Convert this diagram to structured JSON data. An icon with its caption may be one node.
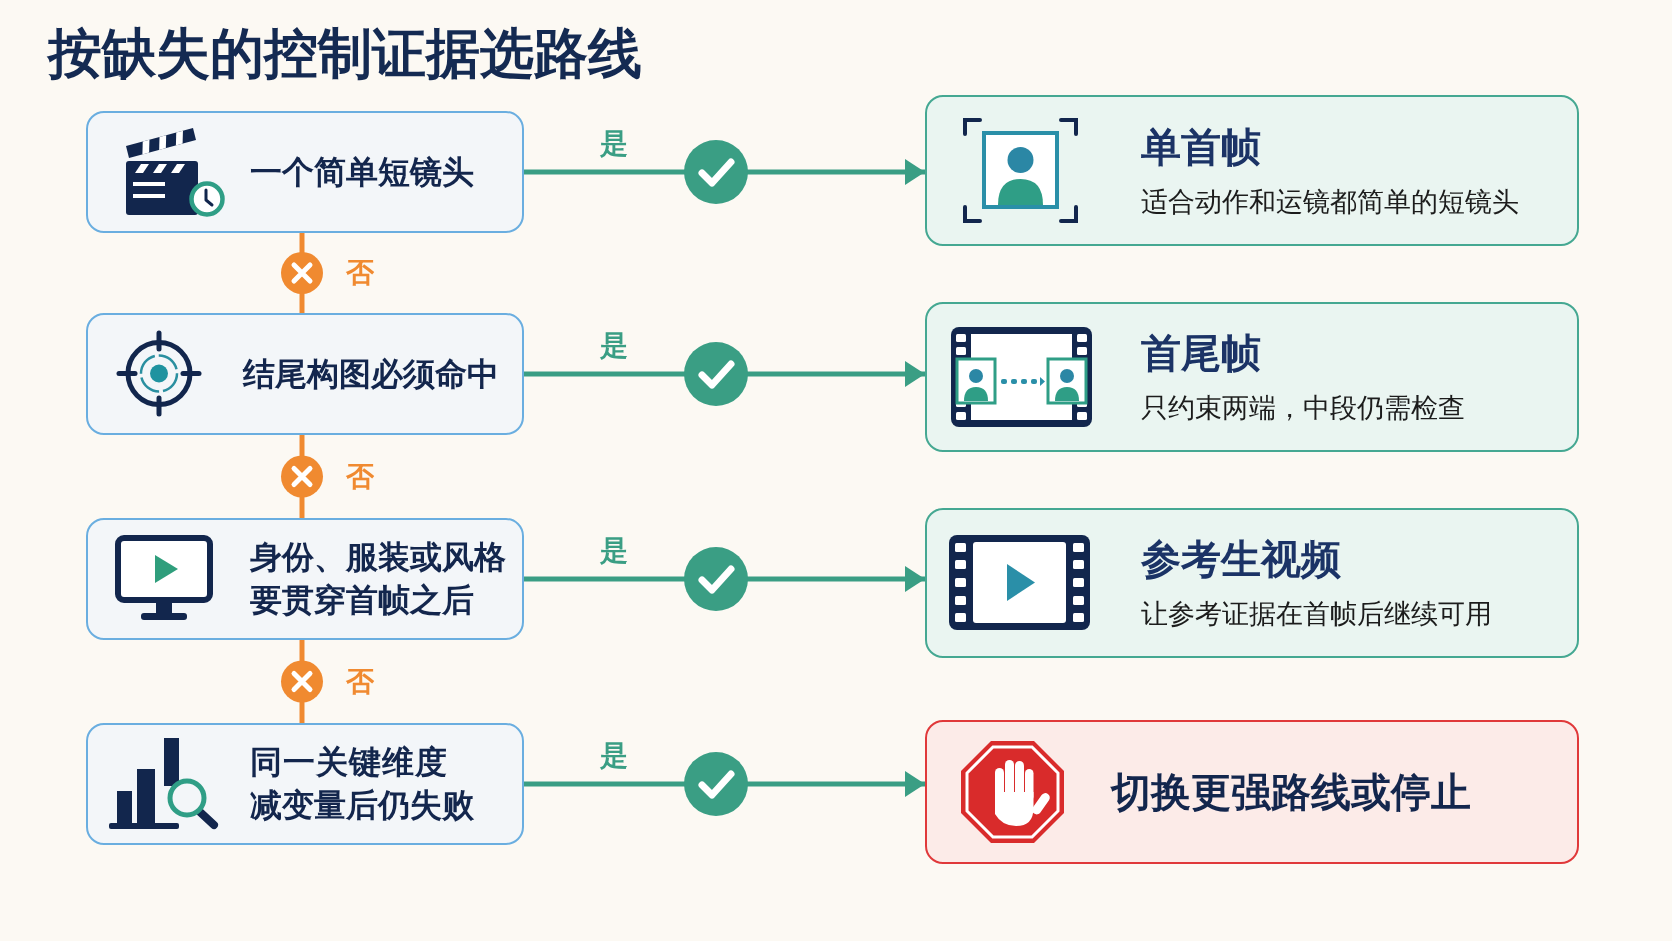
{
  "diagram": {
    "title": "按缺失的控制证据选路线",
    "nodes": [
      {
        "text": [
          "一个简单短镜头"
        ]
      },
      {
        "text": [
          "单首帧",
          "适合动作和运镜都简单的短镜头"
        ]
      },
      {
        "text": [
          "结尾构图必须命中"
        ]
      },
      {
        "text": [
          "首尾帧",
          "只约束两端，中段仍需检查"
        ]
      },
      {
        "text": [
          "身份、服装或风格要贯穿首帧之后"
        ]
      },
      {
        "text": [
          "参考生视频",
          "让参考证据在首帧后继续可用"
        ]
      },
      {
        "text": [
          "同一关键维度减变量后仍失败"
        ]
      },
      {
        "text": [
          "切换更强路线或停止"
        ]
      }
    ],
    "edges": [
      {
        "from": 0,
        "to": 1,
        "arrow": "to",
        "label": "是"
      },
      {
        "from": 0,
        "to": 2,
        "arrow": "none",
        "label": "否",
        "color": "#f08a30"
      },
      {
        "from": 2,
        "to": 3,
        "arrow": "to",
        "label": "是"
      },
      {
        "from": 2,
        "to": 4,
        "arrow": "none",
        "label": "否",
        "color": "#f08a30"
      },
      {
        "from": 4,
        "to": 5,
        "arrow": "to",
        "label": "是"
      },
      {
        "from": 4,
        "to": 6,
        "arrow": "none",
        "label": "否",
        "color": "#f08a30"
      },
      {
        "from": 6,
        "to": 7,
        "arrow": "to",
        "label": "是"
      }
    ]
  }
}
